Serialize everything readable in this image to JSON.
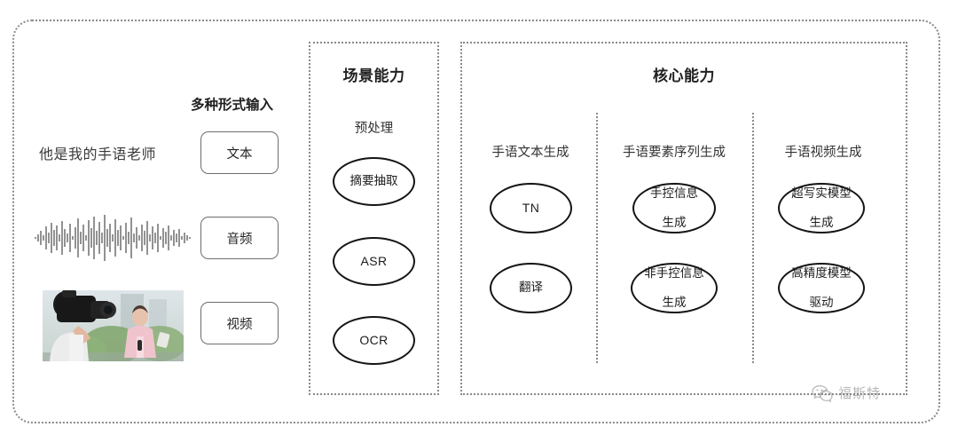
{
  "diagram": {
    "title_hidden": "",
    "input_section": {
      "header": "多种形式输入",
      "sample_text": "他是我的手语老师",
      "waveform_icon": "audio-waveform-icon",
      "video_thumbnail_icon": "video-thumbnail-image",
      "buttons": [
        {
          "label": "文本"
        },
        {
          "label": "音频"
        },
        {
          "label": "视频"
        }
      ]
    },
    "scene_panel": {
      "title": "场景能力",
      "group_label": "预处理",
      "nodes": [
        {
          "label": "摘要抽取",
          "latin": false
        },
        {
          "label": "ASR",
          "latin": true
        },
        {
          "label": "OCR",
          "latin": true
        }
      ]
    },
    "core_panel": {
      "title": "核心能力",
      "columns": [
        {
          "header": "手语文本生成",
          "nodes": [
            {
              "line1": "TN",
              "line2": "",
              "latin": true
            },
            {
              "line1": "翻译",
              "line2": "",
              "latin": false
            }
          ]
        },
        {
          "header": "手语要素序列生成",
          "nodes": [
            {
              "line1": "手控信息",
              "line2": "生成",
              "latin": false
            },
            {
              "line1": "非手控信息",
              "line2": "生成",
              "latin": false
            }
          ]
        },
        {
          "header": "手语视频生成",
          "nodes": [
            {
              "line1": "超写实模型",
              "line2": "生成",
              "latin": false
            },
            {
              "line1": "高精度模型",
              "line2": "驱动",
              "latin": false
            }
          ]
        }
      ]
    },
    "watermark": {
      "icon": "wechat-icon",
      "text": "福斯特"
    },
    "colors": {
      "border_dotted": "#8a8a8a",
      "node_stroke": "#141414",
      "text": "#2b2b2b",
      "button_border": "#6d6d6d"
    }
  }
}
